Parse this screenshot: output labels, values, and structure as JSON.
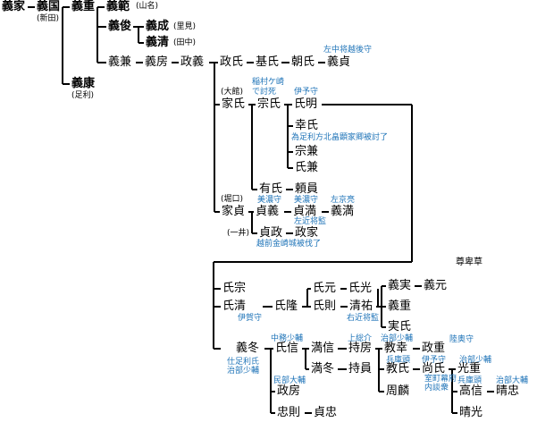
{
  "colors": {
    "line": "#000000",
    "text": "#000000",
    "annotation": "#1f74b8"
  },
  "names": {
    "yoshiie": "義家",
    "yoshikuni": "義国",
    "yoshishige": "義重",
    "yoshinori": "義範",
    "yoshitoshi": "義俊",
    "yoshinari": "義成",
    "yoshikiyo": "義清",
    "yoshiyasu": "義康",
    "yoshikane": "義兼",
    "yoshifusa": "義房",
    "masayoshi": "政義",
    "masauji": "政氏",
    "motouji": "基氏",
    "tomouji": "朝氏",
    "yoshisada": "義貞",
    "ieuji": "家氏",
    "muneuji": "宗氏",
    "ujiaki": "氏明",
    "yukiuji": "幸氏",
    "munekane": "宗兼",
    "ujikane": "氏兼",
    "ariuji": "有氏",
    "yorikazu": "頼員",
    "iesada": "家貞",
    "sadayoshi": "貞義",
    "sadamitsu_a": "貞満",
    "yoshimitsu_a": "義満",
    "sadamasa": "貞政",
    "masaie": "政家",
    "ujimune": "氏宗",
    "ujikiyo": "氏清",
    "ujitaka": "氏隆",
    "ujimoto": "氏元",
    "ujinori": "氏則",
    "ujimitsu": "氏光",
    "kiyosuke": "清祐",
    "yoshizane": "義実",
    "yoshimoto": "義元",
    "yoshishige2": "義重",
    "sanuji": "実氏",
    "yoshifuyu": "義冬",
    "ujinobu": "氏信",
    "mitsunobu": "満信",
    "mitsufuyu": "満冬",
    "mochikata": "持房",
    "mochisuke": "持員",
    "norisachi": "教幸",
    "masashige": "政重",
    "noriuji": "教氏",
    "naouji": "尚氏",
    "mitsushige": "光重",
    "takanobu": "高信",
    "harutada": "晴忠",
    "shurin": "周麟",
    "harumitsu": "晴光",
    "masafusa": "政房",
    "tadanori": "忠則",
    "sadatada": "貞忠"
  },
  "notes": {
    "nitta": "(新田)",
    "yamana": "(山名)",
    "satomi": "(里見)",
    "tanaka": "(田中)",
    "ashikaga": "(足利)",
    "ohdate": "(大館)",
    "horiguchi": "(堀口)",
    "ichii": "(一井)",
    "source": "尊卑草"
  },
  "annotations": {
    "sachujo": "左中将越後守",
    "inamura": "稲村ケ崎",
    "detoushi": "で討死",
    "iyo1": "伊予守",
    "tamenotari": "為足利方北畠顕家卿被討了",
    "mino1": "美濃守",
    "mino2": "美濃守",
    "sakyo": "左京亮",
    "sakon": "左近将監",
    "echizen": "越前金崎城被伐了",
    "iga": "伊賀守",
    "ukon": "右近将監",
    "nakatsukasa": "中務少輔",
    "kazusa": "上総介",
    "jibu1": "治部少輔",
    "mutsu": "陸奥守",
    "shitei": "仕足利氏",
    "jibu2": "治部少輔",
    "hyobu1": "兵庫頭",
    "iyo2": "伊予守",
    "jibu3": "治部少輔",
    "minbu": "民部大輔",
    "muromachi": "室町幕府",
    "naidan": "内談衆",
    "hyobu2": "兵庫頭",
    "jibu4": "治部大輔"
  }
}
